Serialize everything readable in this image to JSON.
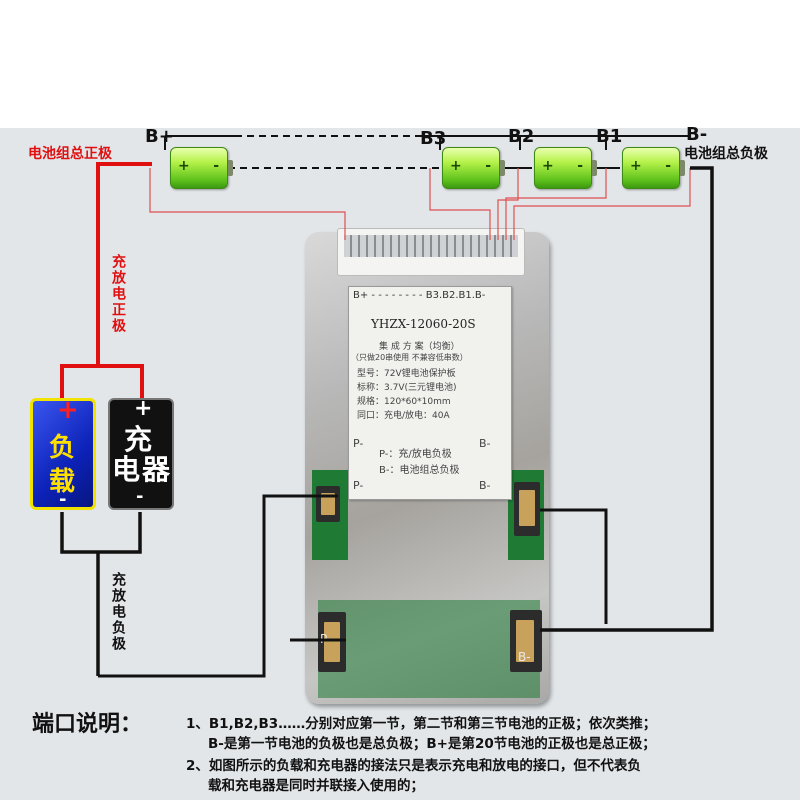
{
  "nodes": {
    "b_plus": "B+",
    "b3": "B3",
    "b2": "B2",
    "b1": "B1",
    "b_minus": "B-"
  },
  "labels": {
    "pack_positive": "电池组总正极",
    "pack_negative": "电池组总负极",
    "charge_discharge_positive": "充放电正极",
    "charge_discharge_negative": "充放电负极"
  },
  "cells": [
    {
      "pos": "+",
      "neg": "-"
    },
    {
      "pos": "+",
      "neg": "-"
    },
    {
      "pos": "+",
      "neg": "-"
    },
    {
      "pos": "+",
      "neg": "-"
    }
  ],
  "board": {
    "header": "B+ - - - - - - - - B3.B2.B1.B-",
    "model": "YHZX-12060-20S",
    "scheme": "集 成 方 案（均衡）",
    "note": "（只做20串使用 不兼容低串数）",
    "spec_type": "型号：72V锂电池保护板",
    "spec_cell": "标称：3.7V(三元锂电池)",
    "spec_size": "规格：120*60*10mm",
    "spec_port": "同口：充电/放电：40A",
    "port_pm": "P-",
    "port_bm": "B-",
    "desc_p": "P-：充/放电负极",
    "desc_b": "B-：电池组总负极",
    "pad_p": "P-",
    "pad_b": "B-"
  },
  "load": {
    "plus": "+",
    "text1": "负",
    "text2": "载",
    "minus": "-"
  },
  "charger": {
    "plus": "+",
    "text1": "充",
    "text2": "电",
    "text3": "器",
    "minus": "-"
  },
  "legend": {
    "title": "端口说明：",
    "line1": "1、B1,B2,B3……分别对应第一节，第二节和第三节电池的正极；依次类推；",
    "line2": "B-是第一节电池的负极也是总负极；B+是第20节电池的正极也是总正极；",
    "line3": "2、如图所示的负载和充电器的接法只是表示充电和放电的接口，但不代表负",
    "line4": "载和充电器是同时并联接入使用的；"
  },
  "colors": {
    "positive_wire": "#e01010",
    "negative_wire": "#111111",
    "sense_wire": "#e05050",
    "cell_green": "#5fc21c",
    "load_blue": "#0c22b8",
    "load_border": "#f2e200"
  }
}
